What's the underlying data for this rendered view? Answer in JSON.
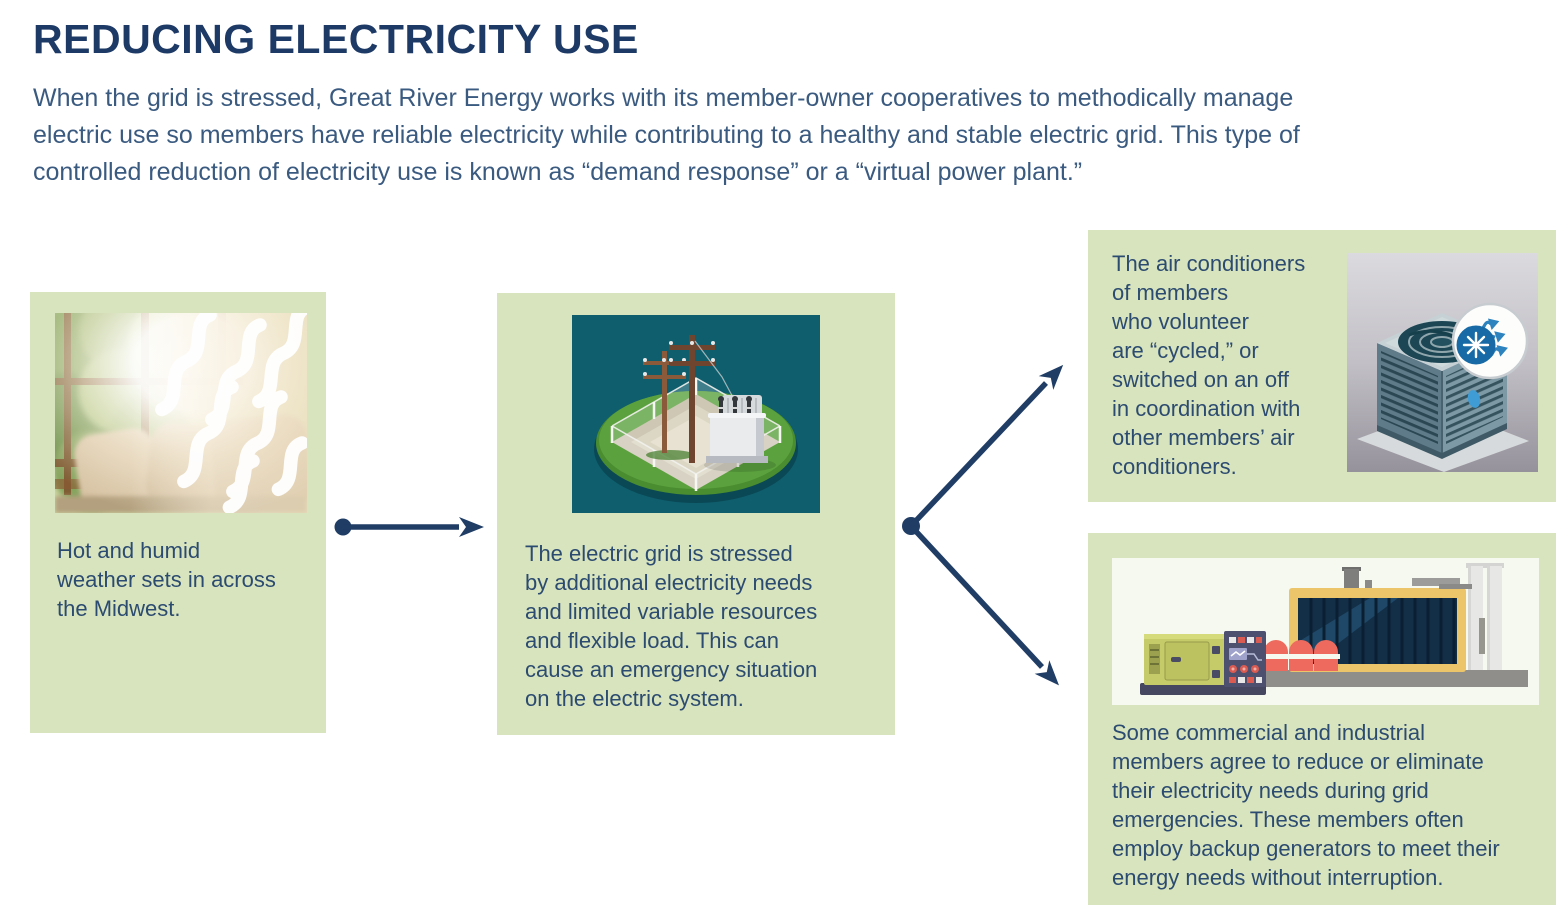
{
  "header": {
    "title": "REDUCING ELECTRICITY USE",
    "intro": "When the grid is stressed, Great River Energy works with its member-owner cooperatives to methodically manage\nelectric use so members have reliable electricity while contributing to a healthy and stable electric grid. This type of\ncontrolled reduction of electricity use is known as “demand response” or a “virtual power plant.”"
  },
  "cards": {
    "weather": {
      "caption": "Hot and humid\nweather sets in across\nthe Midwest.",
      "image": "sunlit-window-with-heat-waves-photo"
    },
    "grid_stress": {
      "caption": "The electric grid is stressed\nby additional electricity needs\nand limited variable resources\nand flexible load. This can\ncause an emergency situation\non the electric system.",
      "image": "electric-substation-illustration"
    },
    "air_conditioners": {
      "caption": "The air conditioners\nof members\nwho volunteer\nare “cycled,” or\nswitched on an off\nin coordination with\nother members’ air\nconditioners.",
      "image": "air-conditioner-cycling-illustration"
    },
    "commercial": {
      "caption": "Some commercial and industrial\nmembers agree to reduce or eliminate\ntheir electricity needs during grid\nemergencies. These members often\nemploy backup generators to meet their\nenergy needs without interruption.",
      "image": "backup-generator-and-facility-illustration"
    }
  },
  "colors": {
    "title_text": "#1d3966",
    "body_text": "#3a5a80",
    "caption_text": "#2c4b70",
    "card_background": "#d8e4bd",
    "arrow": "#203d66",
    "substation_sky": "#0f5e6d",
    "substation_grass": "#5ba23e",
    "inner_panel_background": "#f6f9ef",
    "tank_red": "#ee6a5e",
    "generator_olive": "#c6cb69",
    "badge_blue": "#176aa5"
  }
}
